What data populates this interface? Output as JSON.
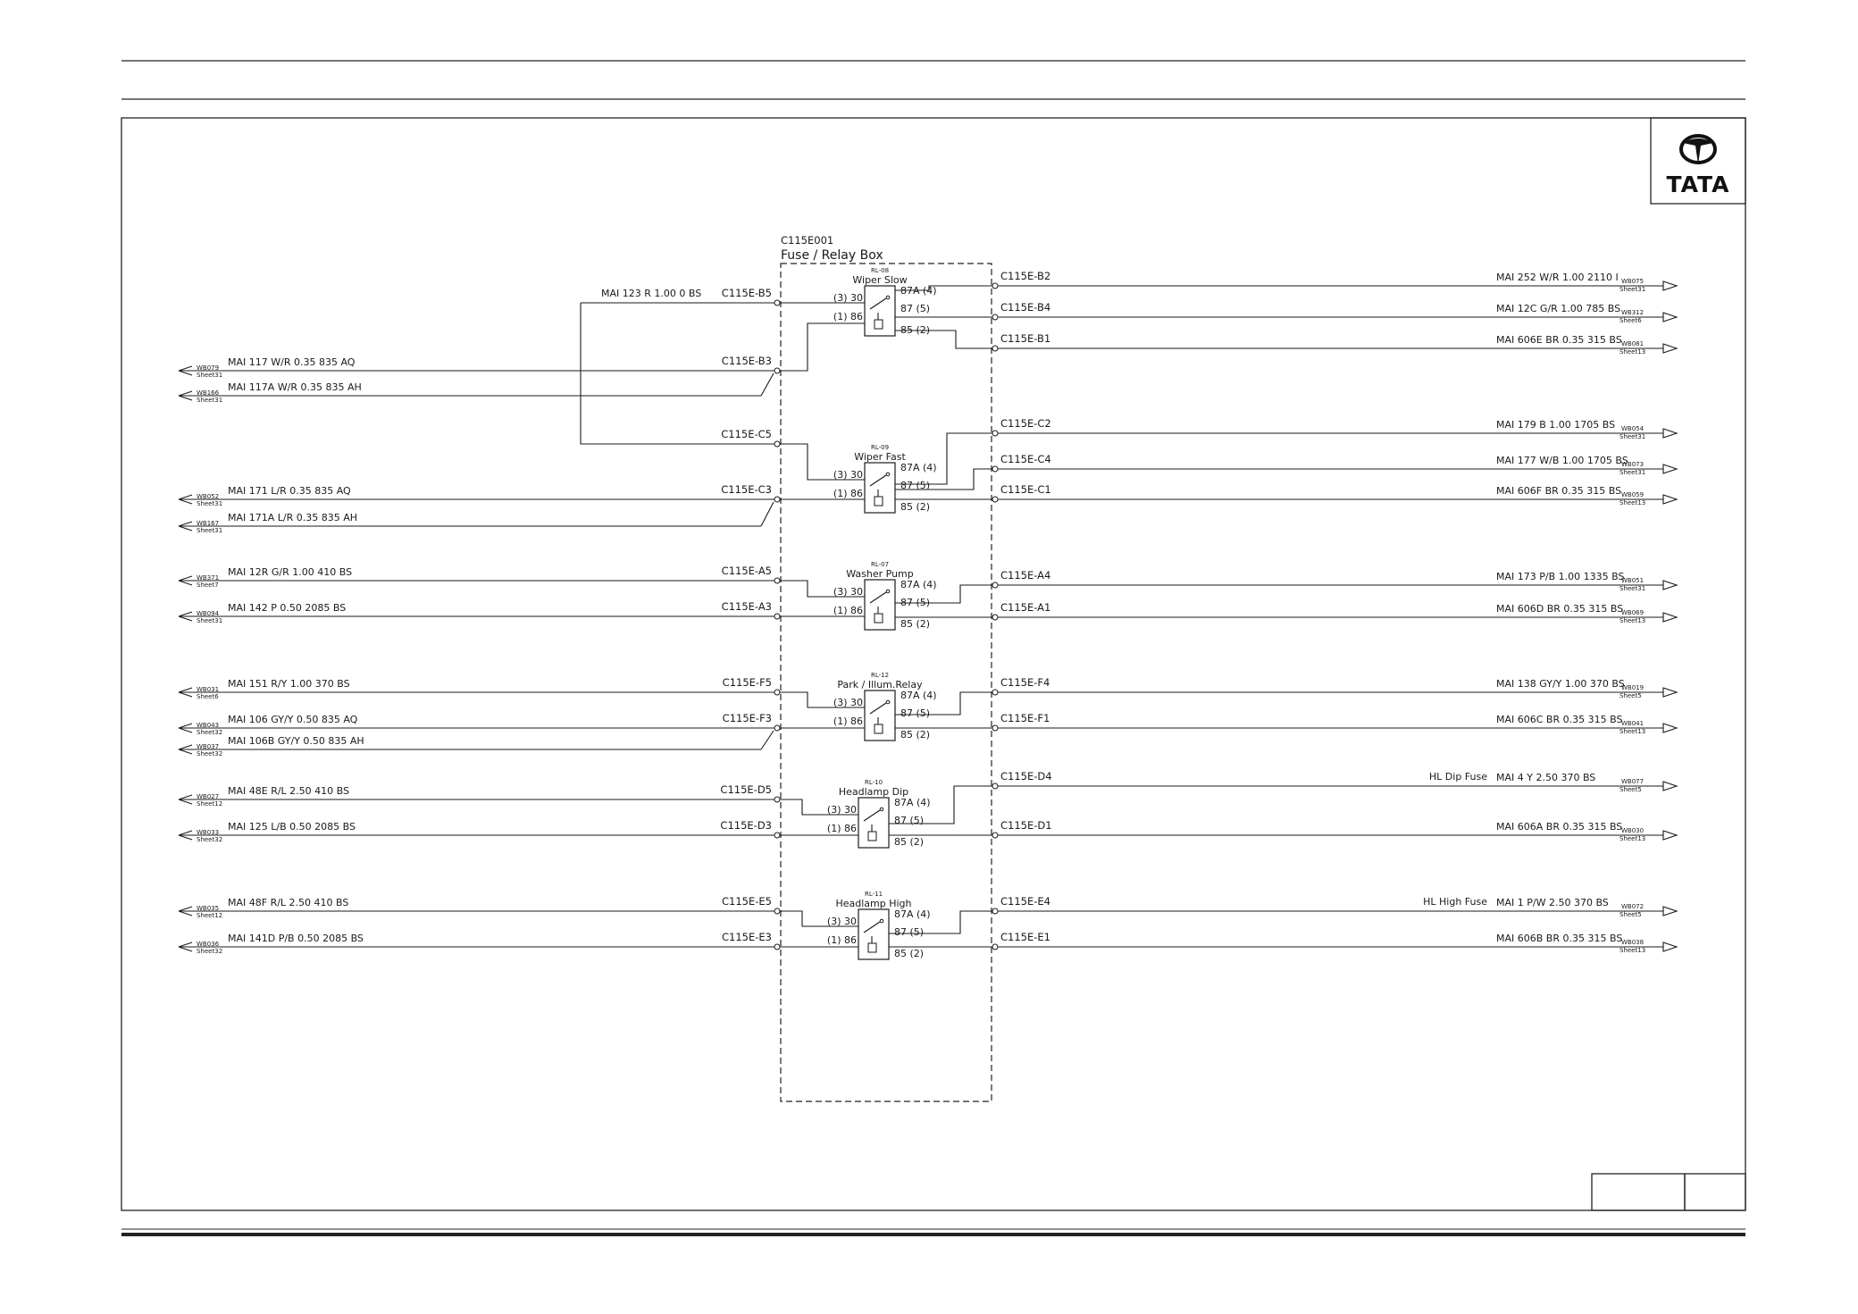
{
  "logo": {
    "wordmark": "TATA",
    "icon": "tata-logo-icon"
  },
  "relay_box": {
    "id": "C115E001",
    "title": "Fuse / Relay Box"
  },
  "relays": [
    {
      "id": "RL-08",
      "name": "Wiper Slow"
    },
    {
      "id": "RL-09",
      "name": "Wiper Fast"
    },
    {
      "id": "RL-07",
      "name": "Washer Pump"
    },
    {
      "id": "RL-12",
      "name": "Park / Illum.Relay"
    },
    {
      "id": "RL-10",
      "name": "Headlamp Dip"
    },
    {
      "id": "RL-11",
      "name": "Headlamp High"
    }
  ],
  "relay_pins": {
    "p30": "(3) 30",
    "p86": "(1) 86",
    "p87a": "87A (4)",
    "p87": "87 (5)",
    "p85": "85 (2)"
  },
  "feed_wire": "MAI 123 R 1.00 0 BS",
  "left_wires": [
    {
      "label": "MAI 117 W/R 0.35 835 AQ",
      "ref": "WB079",
      "sheet": "Sheet31",
      "pin": "C115E-B3"
    },
    {
      "label": "MAI 117A W/R 0.35 835 AH",
      "ref": "WB166",
      "sheet": "Sheet31",
      "pin": ""
    },
    {
      "label": "",
      "ref": "",
      "sheet": "",
      "pin": "C115E-B5"
    },
    {
      "label": "",
      "ref": "",
      "sheet": "",
      "pin": "C115E-C5"
    },
    {
      "label": "MAI 171 L/R 0.35 835 AQ",
      "ref": "WB052",
      "sheet": "Sheet31",
      "pin": "C115E-C3"
    },
    {
      "label": "MAI 171A L/R 0.35 835 AH",
      "ref": "WB167",
      "sheet": "Sheet31",
      "pin": ""
    },
    {
      "label": "MAI 12R G/R 1.00 410 BS",
      "ref": "WB371",
      "sheet": "Sheet7",
      "pin": "C115E-A5"
    },
    {
      "label": "MAI 142 P 0.50 2085 BS",
      "ref": "WB094",
      "sheet": "Sheet31",
      "pin": "C115E-A3"
    },
    {
      "label": "MAI 151 R/Y 1.00 370 BS",
      "ref": "WB031",
      "sheet": "Sheet6",
      "pin": "C115E-F5"
    },
    {
      "label": "MAI 106 GY/Y 0.50 835 AQ",
      "ref": "WB043",
      "sheet": "Sheet32",
      "pin": "C115E-F3"
    },
    {
      "label": "MAI 106B GY/Y 0.50 835 AH",
      "ref": "WB037",
      "sheet": "Sheet32",
      "pin": ""
    },
    {
      "label": "MAI 48E R/L 2.50 410 BS",
      "ref": "WB027",
      "sheet": "Sheet12",
      "pin": "C115E-D5"
    },
    {
      "label": "MAI 125 L/B 0.50 2085 BS",
      "ref": "WB033",
      "sheet": "Sheet32",
      "pin": "C115E-D3"
    },
    {
      "label": "MAI 48F R/L 2.50 410 BS",
      "ref": "WB035",
      "sheet": "Sheet12",
      "pin": "C115E-E5"
    },
    {
      "label": "MAI 141D P/B 0.50 2085 BS",
      "ref": "WB036",
      "sheet": "Sheet32",
      "pin": "C115E-E3"
    }
  ],
  "right_wires": [
    {
      "label": "MAI 252 W/R 1.00 2110 I",
      "ref": "WB075",
      "sheet": "Sheet31",
      "pin": "C115E-B2",
      "fuse": ""
    },
    {
      "label": "MAI 12C G/R 1.00 785 BS",
      "ref": "WB312",
      "sheet": "Sheet6",
      "pin": "C115E-B4",
      "fuse": ""
    },
    {
      "label": "MAI 606E BR 0.35 315 BS",
      "ref": "WB081",
      "sheet": "Sheet13",
      "pin": "C115E-B1",
      "fuse": ""
    },
    {
      "label": "MAI 179 B 1.00 1705 BS",
      "ref": "WB054",
      "sheet": "Sheet31",
      "pin": "C115E-C2",
      "fuse": ""
    },
    {
      "label": "MAI 177 W/B 1.00 1705 BS",
      "ref": "WB073",
      "sheet": "Sheet31",
      "pin": "C115E-C4",
      "fuse": ""
    },
    {
      "label": "MAI 606F BR 0.35 315 BS",
      "ref": "WB059",
      "sheet": "Sheet13",
      "pin": "C115E-C1",
      "fuse": ""
    },
    {
      "label": "MAI 173 P/B 1.00 1335 BS",
      "ref": "WB051",
      "sheet": "Sheet31",
      "pin": "C115E-A4",
      "fuse": ""
    },
    {
      "label": "MAI 606D BR 0.35 315 BS",
      "ref": "WB069",
      "sheet": "Sheet13",
      "pin": "C115E-A1",
      "fuse": ""
    },
    {
      "label": "MAI 138 GY/Y 1.00 370 BS",
      "ref": "WB019",
      "sheet": "Sheet5",
      "pin": "C115E-F4",
      "fuse": ""
    },
    {
      "label": "MAI 606C BR 0.35 315 BS",
      "ref": "WB041",
      "sheet": "Sheet13",
      "pin": "C115E-F1",
      "fuse": ""
    },
    {
      "label": "MAI 4 Y 2.50 370 BS",
      "ref": "WB077",
      "sheet": "Sheet5",
      "pin": "C115E-D4",
      "fuse": "HL Dip Fuse"
    },
    {
      "label": "MAI 606A BR 0.35 315 BS",
      "ref": "WB030",
      "sheet": "Sheet13",
      "pin": "C115E-D1",
      "fuse": ""
    },
    {
      "label": "MAI 1 P/W 2.50 370 BS",
      "ref": "WB072",
      "sheet": "Sheet5",
      "pin": "C115E-E4",
      "fuse": "HL High Fuse"
    },
    {
      "label": "MAI 606B BR 0.35 315 BS",
      "ref": "WB038",
      "sheet": "Sheet13",
      "pin": "C115E-E1",
      "fuse": ""
    }
  ]
}
